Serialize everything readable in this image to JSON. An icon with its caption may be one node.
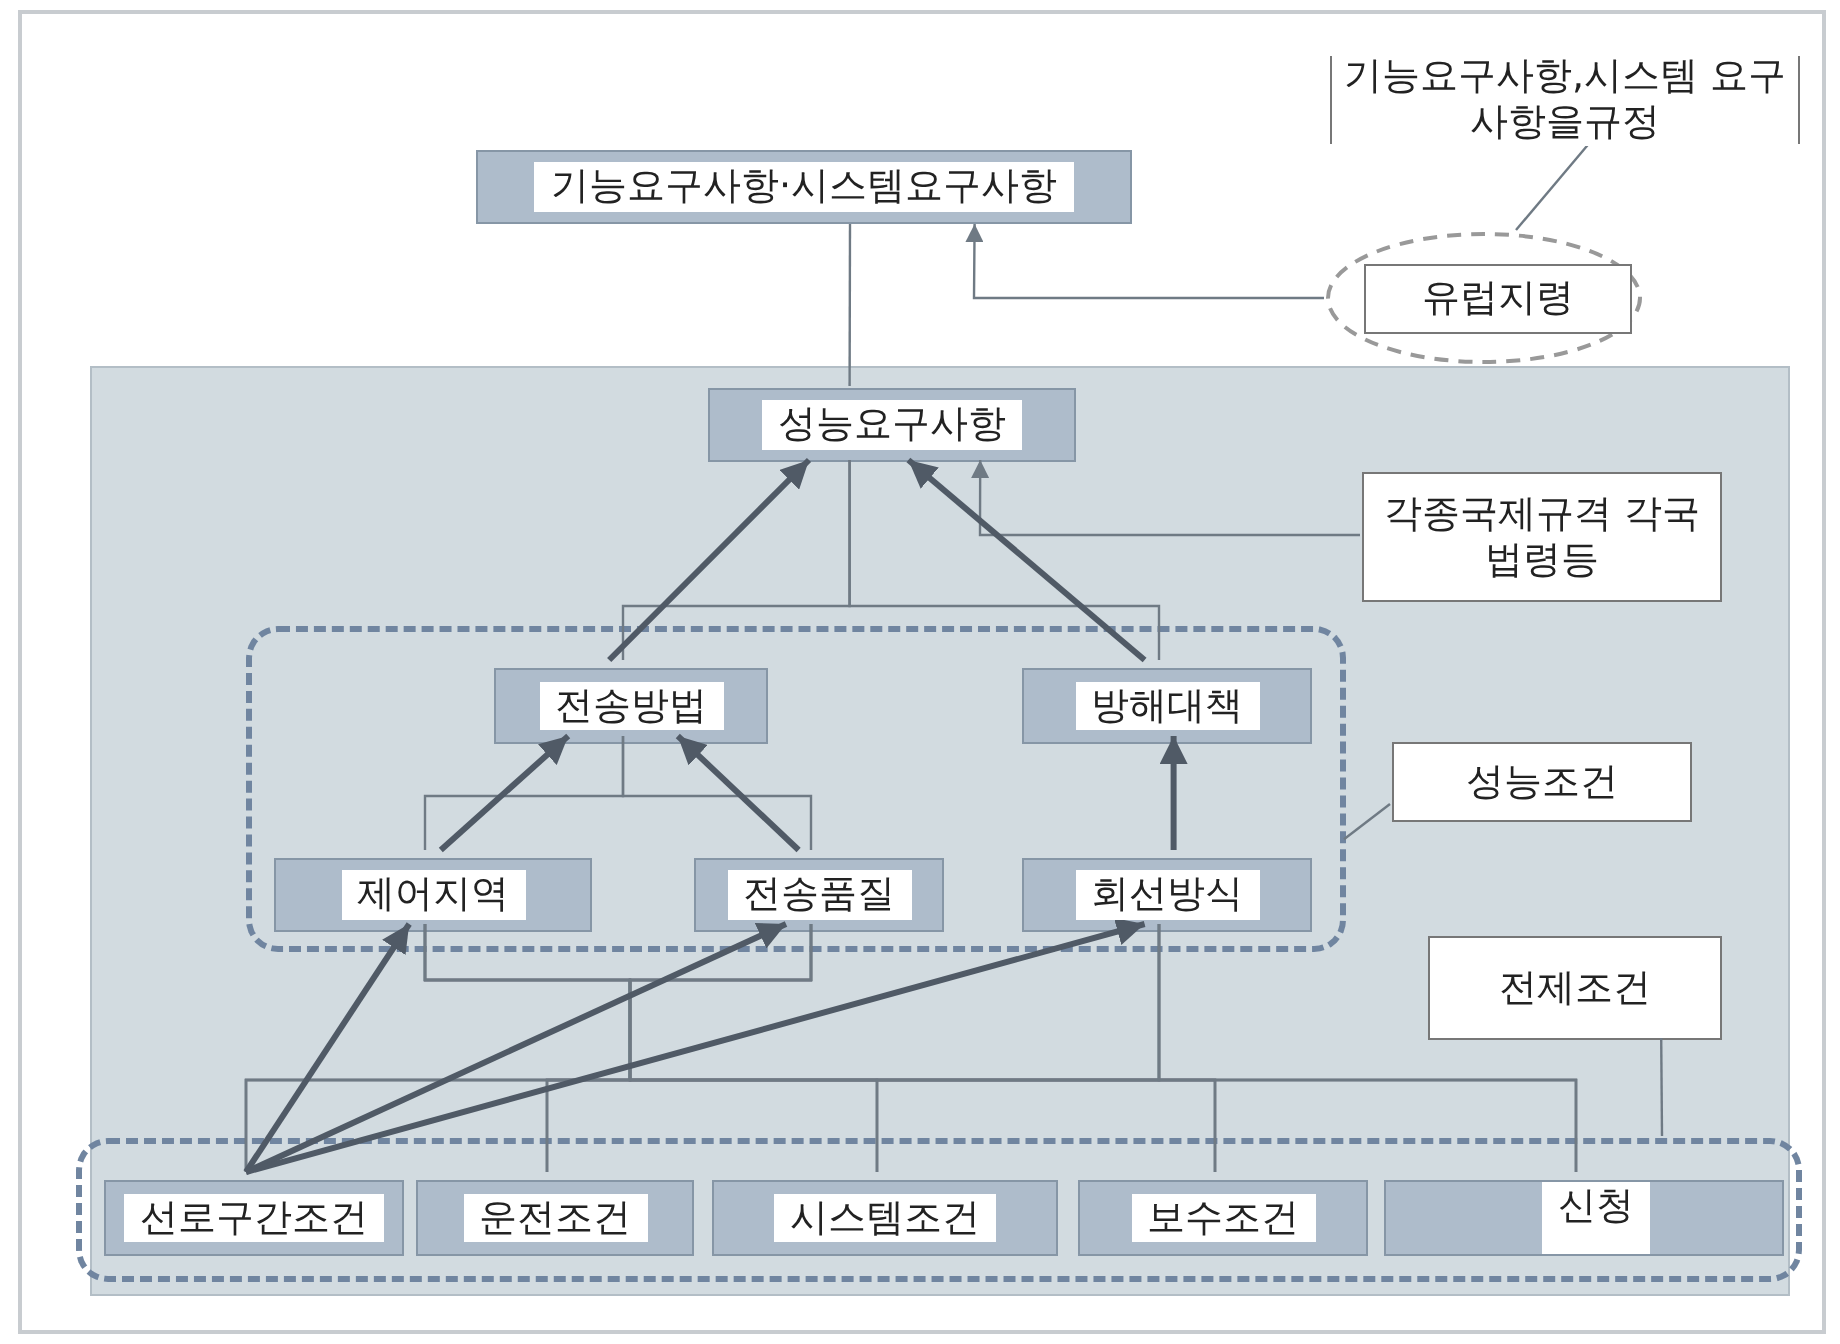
{
  "diagram": {
    "nodes": [
      {
        "text": [
          "기능요구사항·시스템요구사항"
        ]
      },
      {
        "text": [
          "기능요구사항,시스템 요구사항을규정"
        ]
      },
      {
        "text": [
          "유럽지령"
        ]
      },
      {
        "text": [],
        "shape": "box"
      },
      {
        "text": [
          "성능요구사항"
        ],
        "in": 3
      },
      {
        "text": [
          "각종국제규격 각국법령등"
        ],
        "in": 3
      },
      {
        "text": [],
        "shape": "box",
        "in": 3
      },
      {
        "text": [
          "전송방법"
        ],
        "in": 6
      },
      {
        "text": [
          "방해대책"
        ],
        "in": 6
      },
      {
        "text": [
          "성능조건"
        ],
        "in": 3
      },
      {
        "text": [
          "제어지역"
        ],
        "in": 6
      },
      {
        "text": [
          "전송품질"
        ],
        "in": 6
      },
      {
        "text": [
          "회선방식"
        ],
        "in": 6
      },
      {
        "text": [
          "전제조건"
        ],
        "in": 3
      },
      {
        "text": [],
        "shape": "box",
        "in": 3
      },
      {
        "text": [
          "선로구간조건"
        ],
        "in": 14
      },
      {
        "text": [
          "운전조건"
        ],
        "in": 14
      },
      {
        "text": [
          "시스템조건"
        ],
        "in": 14
      },
      {
        "text": [
          "보수조건"
        ],
        "in": 14
      },
      {
        "text": [
          "신청"
        ],
        "in": 14
      }
    ],
    "edges": [
      {
        "from": 0,
        "to": 4,
        "arrow": "none"
      },
      {
        "from": 1,
        "to": 2,
        "arrow": "none"
      },
      {
        "from": 2,
        "to": 0,
        "arrow": "to"
      },
      {
        "from": 5,
        "to": 4,
        "arrow": "to"
      },
      {
        "from": 4,
        "to": 7,
        "arrow": "none"
      },
      {
        "from": 4,
        "to": 8,
        "arrow": "none"
      },
      {
        "from": 7,
        "to": 4,
        "arrow": "to",
        "style": "thick"
      },
      {
        "from": 8,
        "to": 4,
        "arrow": "to",
        "style": "thick"
      },
      {
        "from": 7,
        "to": 10,
        "arrow": "none"
      },
      {
        "from": 7,
        "to": 11,
        "arrow": "none"
      },
      {
        "from": 10,
        "to": 7,
        "arrow": "to",
        "style": "thick"
      },
      {
        "from": 11,
        "to": 7,
        "arrow": "to",
        "style": "thick"
      },
      {
        "from": 12,
        "to": 8,
        "arrow": "to",
        "style": "thick"
      },
      {
        "from": 9,
        "to": 6,
        "arrow": "none"
      },
      {
        "from": 13,
        "to": 14,
        "arrow": "none"
      },
      {
        "from": 10,
        "to": 15,
        "arrow": "none"
      },
      {
        "from": 10,
        "to": 16,
        "arrow": "none"
      },
      {
        "from": 10,
        "to": 17,
        "arrow": "none"
      },
      {
        "from": 10,
        "to": 18,
        "arrow": "none"
      },
      {
        "from": 10,
        "to": 19,
        "arrow": "none"
      },
      {
        "from": 11,
        "to": 15,
        "arrow": "none"
      },
      {
        "from": 11,
        "to": 16,
        "arrow": "none"
      },
      {
        "from": 11,
        "to": 17,
        "arrow": "none"
      },
      {
        "from": 11,
        "to": 18,
        "arrow": "none"
      },
      {
        "from": 11,
        "to": 19,
        "arrow": "none"
      },
      {
        "from": 12,
        "to": 15,
        "arrow": "none"
      },
      {
        "from": 12,
        "to": 16,
        "arrow": "none"
      },
      {
        "from": 12,
        "to": 17,
        "arrow": "none"
      },
      {
        "from": 12,
        "to": 18,
        "arrow": "none"
      },
      {
        "from": 12,
        "to": 19,
        "arrow": "none"
      },
      {
        "from": 15,
        "to": 10,
        "arrow": "to",
        "style": "thick"
      },
      {
        "from": 15,
        "to": 11,
        "arrow": "to",
        "style": "thick"
      },
      {
        "from": 15,
        "to": 12,
        "arrow": "to",
        "style": "thick"
      }
    ]
  }
}
